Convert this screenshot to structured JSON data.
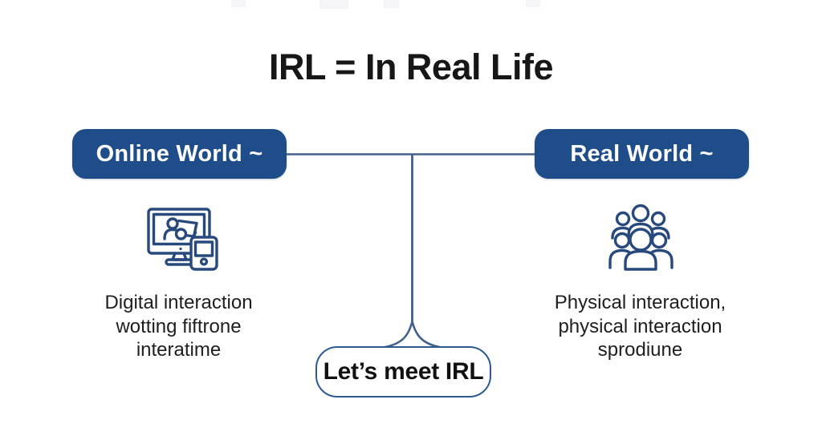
{
  "title": "IRL = In Real Life",
  "colors": {
    "pill_background": "#1e4d89",
    "pill_text": "#ffffff",
    "connector_line": "#44618a",
    "icon_stroke": "#27497c",
    "body_text": "#1e1e1e",
    "center_box_border": "#2d5a92",
    "title_text": "#171717"
  },
  "online": {
    "label": "Online World ~",
    "icon": "computer-video-call-icon",
    "lines": [
      "Digital interaction",
      "wotting fiftrone",
      "interatime"
    ]
  },
  "real": {
    "label": "Real World ~",
    "icon": "people-group-icon",
    "lines": [
      "Physical interaction,",
      "physical interaction",
      "sprodiune"
    ]
  },
  "center": {
    "label": "Let’s meet IRL"
  }
}
